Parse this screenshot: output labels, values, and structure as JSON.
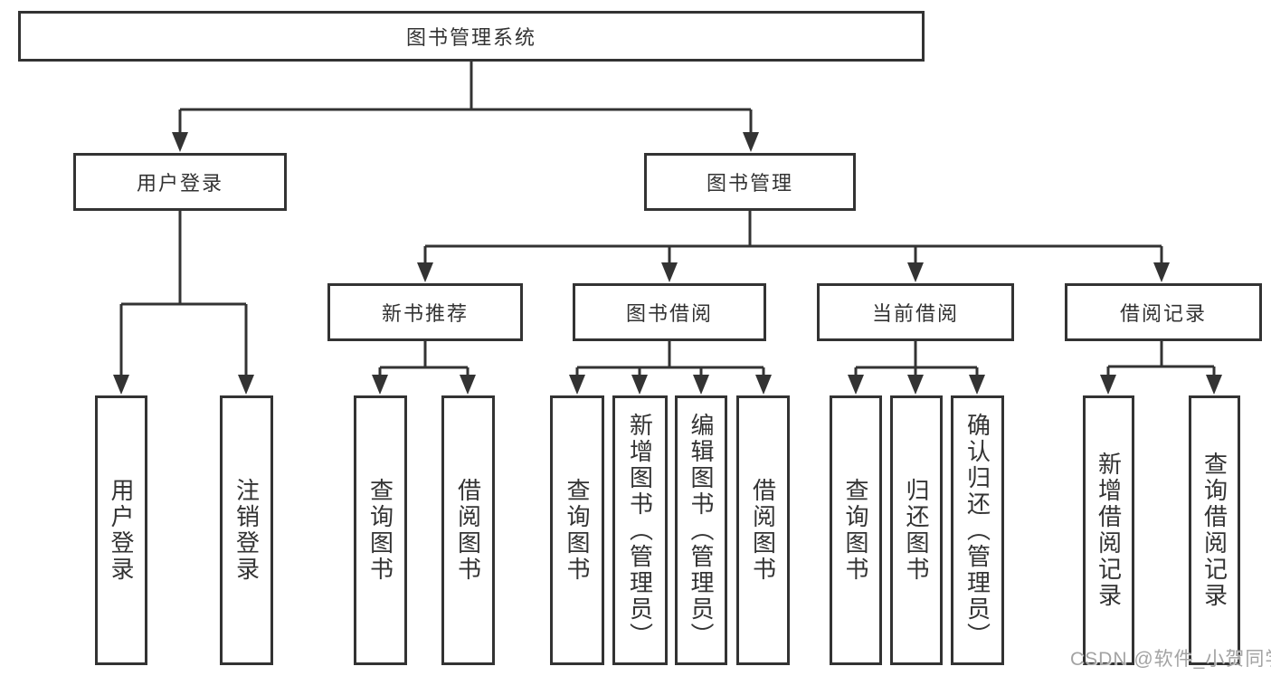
{
  "tree": {
    "root": {
      "label": "图书管理系统",
      "children": [
        {
          "label": "用户登录",
          "children": [
            {
              "label": "用户登录"
            },
            {
              "label": "注销登录"
            }
          ]
        },
        {
          "label": "图书管理",
          "children": [
            {
              "label": "新书推荐",
              "children": [
                {
                  "label": "查询图书"
                },
                {
                  "label": "借阅图书"
                }
              ]
            },
            {
              "label": "图书借阅",
              "children": [
                {
                  "label": "查询图书"
                },
                {
                  "label": "新增图书（管理员）"
                },
                {
                  "label": "编辑图书（管理员）"
                },
                {
                  "label": "借阅图书"
                }
              ]
            },
            {
              "label": "当前借阅",
              "children": [
                {
                  "label": "查询图书"
                },
                {
                  "label": "归还图书"
                },
                {
                  "label": "确认归还（管理员）"
                }
              ]
            },
            {
              "label": "借阅记录",
              "children": [
                {
                  "label": "新增借阅记录"
                },
                {
                  "label": "查询借阅记录"
                }
              ]
            }
          ]
        }
      ]
    }
  },
  "watermark": {
    "text": "CSDN @软件_小贺同学"
  },
  "colors": {
    "line": "#333333",
    "box_border": "#333333",
    "box_fill": "#ffffff",
    "text": "#333333",
    "watermark_text": "#a3a3a3",
    "background": "#ffffff"
  }
}
